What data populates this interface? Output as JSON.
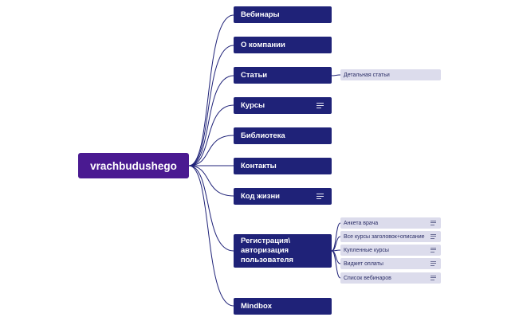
{
  "mindmap": {
    "root": {
      "label": "vrachbudushego"
    },
    "topics": [
      {
        "label": "Вебинары"
      },
      {
        "label": "О компании"
      },
      {
        "label": "Статьи",
        "subtopics": [
          {
            "label": "Детальная статьи"
          }
        ]
      },
      {
        "label": "Курсы",
        "icon": "notes-icon"
      },
      {
        "label": "Библиотека"
      },
      {
        "label": "Контакты"
      },
      {
        "label": "Код жизни",
        "icon": "notes-icon"
      },
      {
        "label": "Регистрация\\ авторизация пользователя",
        "subtopics": [
          {
            "label": "Анкета врача",
            "icon": "notes-icon"
          },
          {
            "label": "Все курсы заголовок+описание",
            "icon": "notes-icon"
          },
          {
            "label": "Купленные курсы",
            "icon": "notes-icon"
          },
          {
            "label": "Виджет оплаты",
            "icon": "notes-icon"
          },
          {
            "label": "Список вебинаров",
            "icon": "notes-icon"
          }
        ]
      },
      {
        "label": "Mindbox"
      }
    ],
    "colors": {
      "root": "#4a1a91",
      "topic": "#1f2278",
      "subtopic": "#dcdcec",
      "connector": "#1f2278"
    }
  }
}
